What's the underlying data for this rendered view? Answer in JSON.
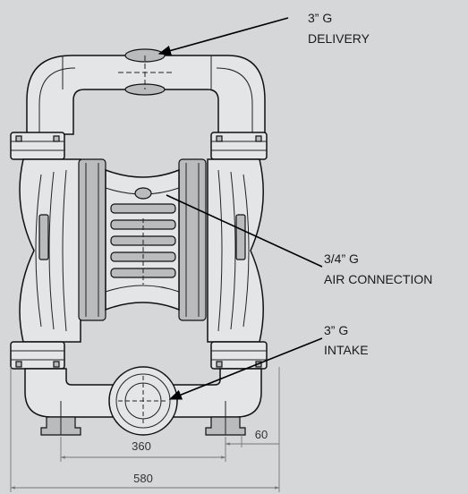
{
  "labels": {
    "delivery_size": "3” G",
    "delivery": "DELIVERY",
    "air_size": "3/4” G",
    "air": "AIR CONNECTION",
    "intake_size": "3” G",
    "intake": "INTAKE"
  },
  "dimensions": {
    "inner_width": "360",
    "foot_offset": "60",
    "overall_width": "580"
  },
  "colors": {
    "background": "#d5d7d8",
    "body_fill": "#e4e5e6",
    "outline": "#111111"
  }
}
